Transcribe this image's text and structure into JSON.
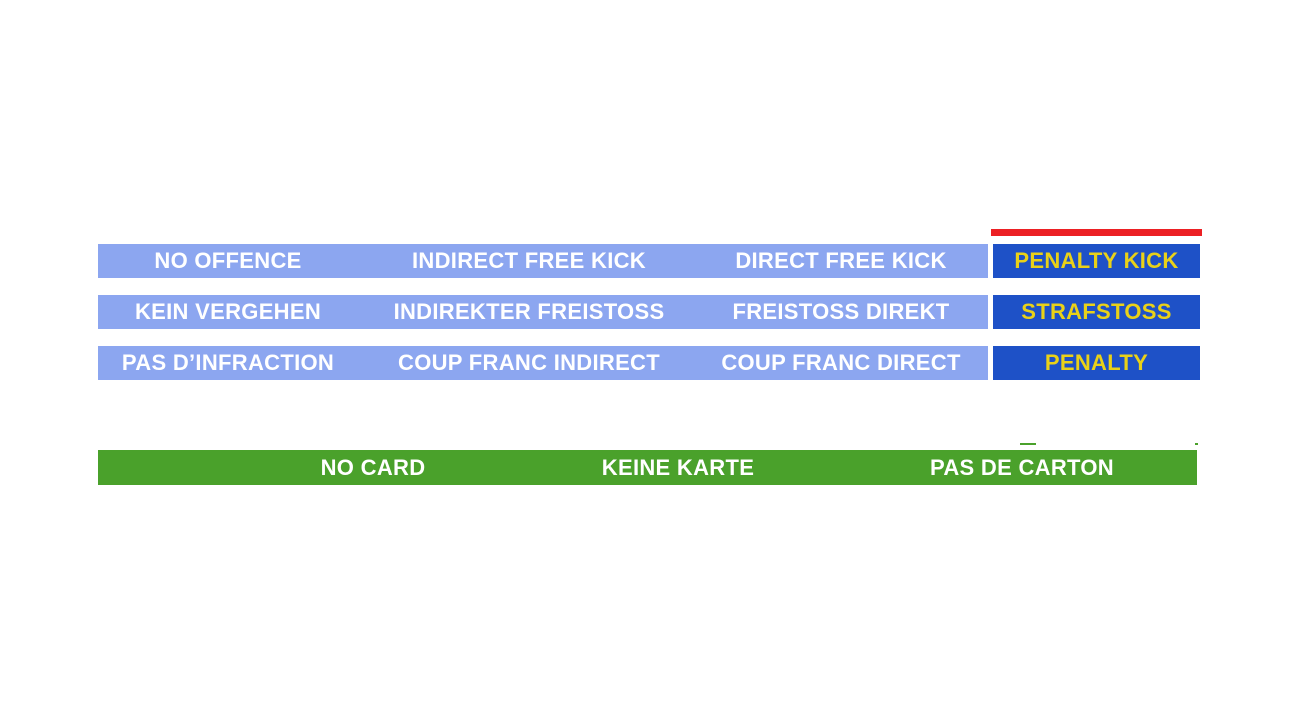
{
  "colors": {
    "light_blue": "#8CA6F0",
    "dark_blue": "#1E51C7",
    "yellow": "#E9D118",
    "red": "#EC2024",
    "green": "#4AA12B",
    "text_white": "#FFFFFF"
  },
  "table": {
    "rows": [
      {
        "cells": [
          "NO OFFENCE",
          "INDIRECT FREE KICK",
          "DIRECT FREE KICK"
        ],
        "penalty": "PENALTY KICK"
      },
      {
        "cells": [
          "KEIN VERGEHEN",
          "INDIREKTER FREISTOSS",
          "FREISTOSS DIREKT"
        ],
        "penalty": "STRAFSTOSS"
      },
      {
        "cells": [
          "PAS D’INFRACTION",
          "COUP FRANC INDIRECT",
          "COUP FRANC DIRECT"
        ],
        "penalty": "PENALTY"
      }
    ]
  },
  "card_bar": {
    "labels": [
      "NO CARD",
      "KEINE KARTE",
      "PAS DE CARTON"
    ]
  }
}
